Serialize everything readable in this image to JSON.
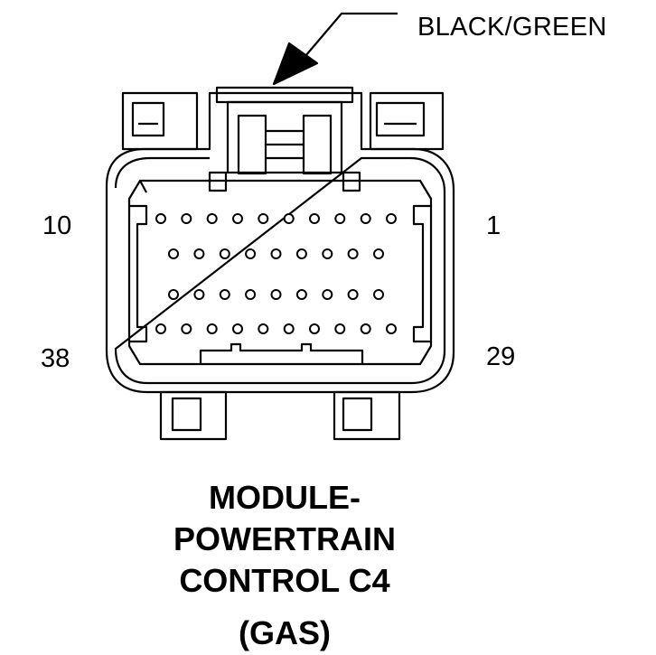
{
  "wire_color_label": "BLACK/GREEN",
  "pin_labels": {
    "top_left": "10",
    "top_right": "1",
    "bottom_left": "38",
    "bottom_right": "29"
  },
  "title_lines": [
    "MODULE-",
    "POWERTRAIN",
    "CONTROL C4",
    "(GAS)"
  ],
  "pin_rows": [
    10,
    9,
    9,
    10
  ]
}
